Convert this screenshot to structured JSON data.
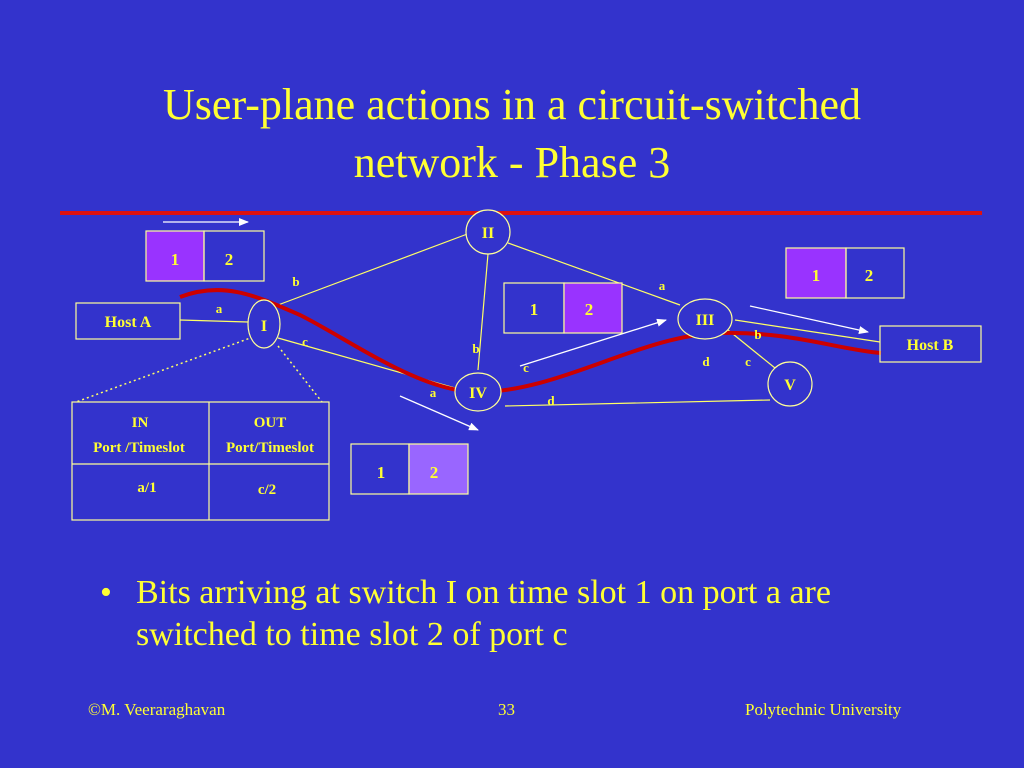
{
  "slide": {
    "title_line1": "User-plane actions in a circuit-switched",
    "title_line2": "network - Phase 3"
  },
  "diagram": {
    "hosts": {
      "host_a": "Host A",
      "host_b": "Host B"
    },
    "switches": {
      "s1": "I",
      "s2": "II",
      "s3": "III",
      "s4": "IV",
      "s5": "V"
    },
    "ports": {
      "s1_a": "a",
      "s1_b": "b",
      "s1_c": "c",
      "s3_a": "a",
      "s3_b": "b",
      "s3_c": "c",
      "s3_d": "d",
      "s4_a": "a",
      "s4_b": "b",
      "s4_c": "c",
      "s4_d": "d"
    },
    "frames": {
      "frame1": {
        "slot1": "1",
        "slot2": "2"
      },
      "frame2": {
        "slot1": "1",
        "slot2": "2"
      },
      "frame3": {
        "slot1": "1",
        "slot2": "2"
      },
      "frame4": {
        "slot1": "1",
        "slot2": "2"
      }
    },
    "table": {
      "in_header_line1": "IN",
      "in_header_line2": "Port /Timeslot",
      "out_header_line1": "OUT",
      "out_header_line2": "Port/Timeslot",
      "in_value": "a/1",
      "out_value": "c/2"
    }
  },
  "bullets": [
    "Bits arriving at switch I on time slot 1 on port a are switched to time slot 2 of port c"
  ],
  "footer": {
    "author": "©M. Veeraraghavan",
    "page": "33",
    "org": "Polytechnic University"
  },
  "colors": {
    "background": "#3333cc",
    "text": "#ffff33",
    "box_border": "#ffff99",
    "highlight_slot": "#9933ff",
    "path": "#cc0000"
  }
}
